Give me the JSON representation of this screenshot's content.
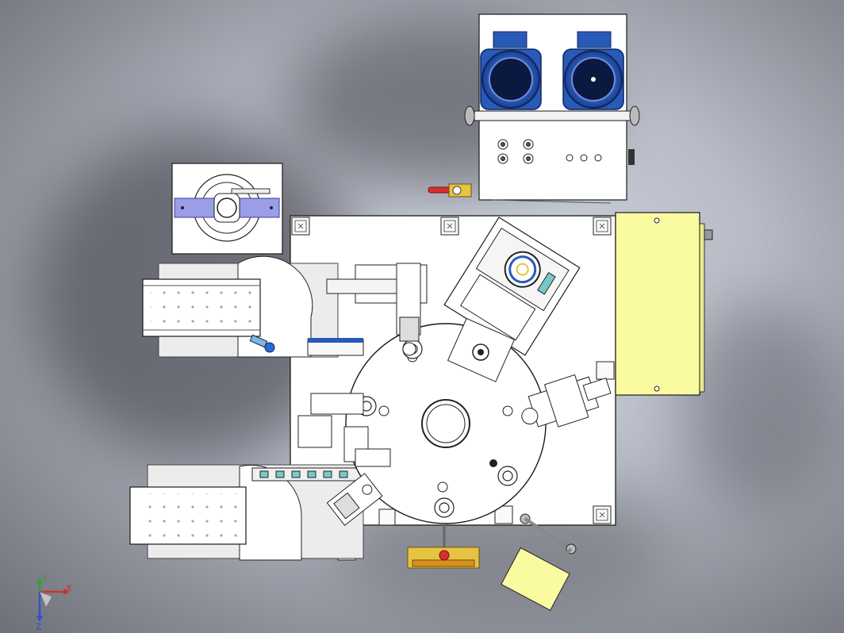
{
  "viewport": {
    "background_top": "#d4d8e2",
    "background_bottom": "#6e7079"
  },
  "colors": {
    "motor_blue": "#2a5ab8",
    "motor_dark": "#0d2560",
    "panel_yellow": "#fafaa0",
    "rail_lilac": "#9a9ee6",
    "sheet_white": "#ffffff",
    "line_dark": "#1a1a1a",
    "valve_red": "#d83030",
    "valve_yellow": "#e6c340",
    "axis_x": "#d03030",
    "axis_y": "#30a030",
    "axis_z": "#3050d0"
  },
  "triad": {
    "x_label": "X",
    "y_label": "Y",
    "z_label": "Z"
  },
  "icons": {
    "motors": "electric-motor-icon",
    "turntable": "rotary-index-table-icon",
    "conveyor": "conveyor-belt-icon",
    "control_box": "junction-box-icon"
  }
}
